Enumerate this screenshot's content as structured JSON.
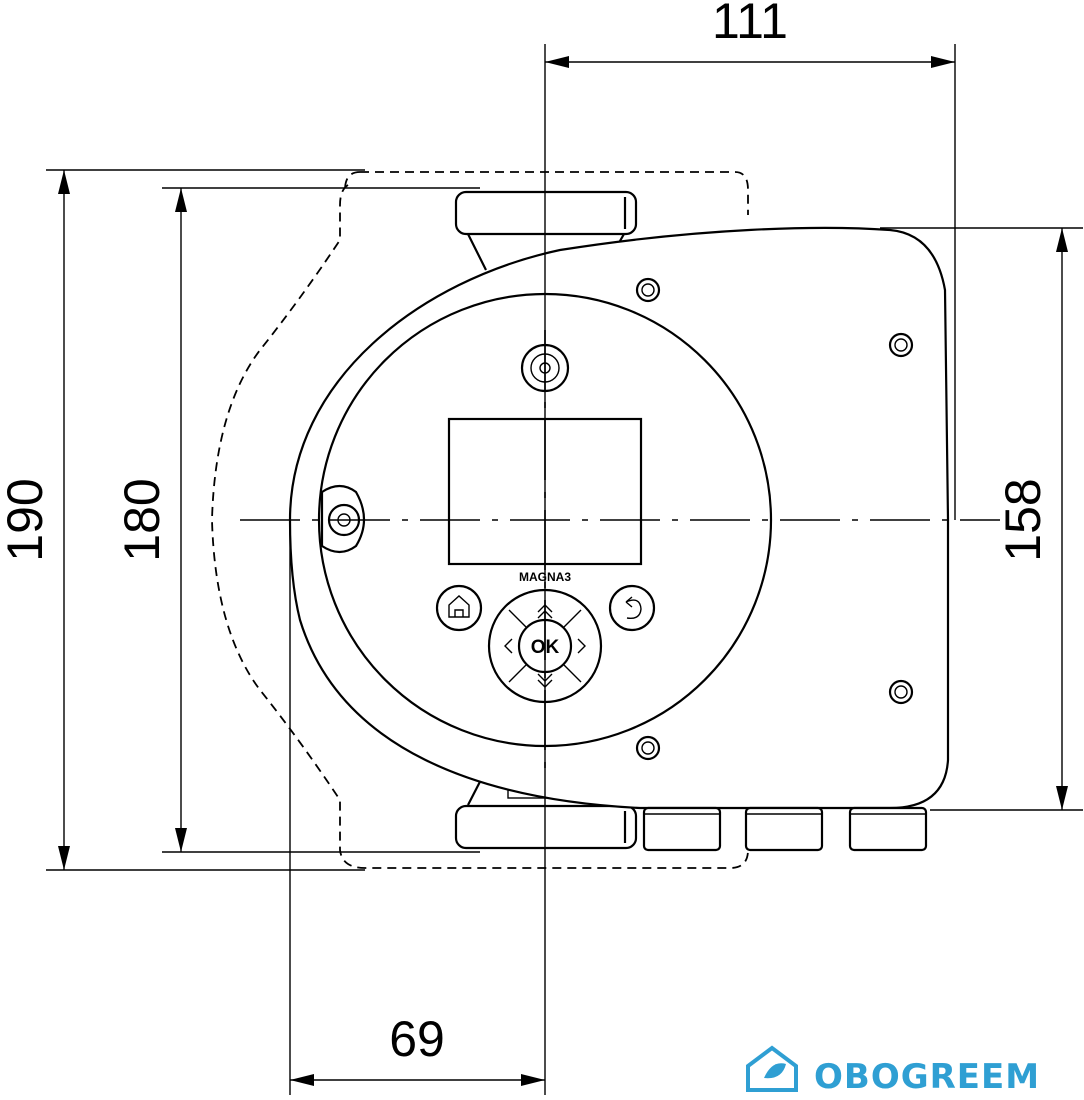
{
  "dimensions": {
    "top_width": "111",
    "bottom_offset": "69",
    "left_outer_height": "190",
    "left_inner_height": "180",
    "right_height": "158"
  },
  "pump": {
    "model_label": "MAGNA3",
    "ok_button_label": "OK"
  },
  "watermark": {
    "brand": "OBOGREEM",
    "color": "#2f9fd3",
    "icon": "house-leaf-icon"
  }
}
